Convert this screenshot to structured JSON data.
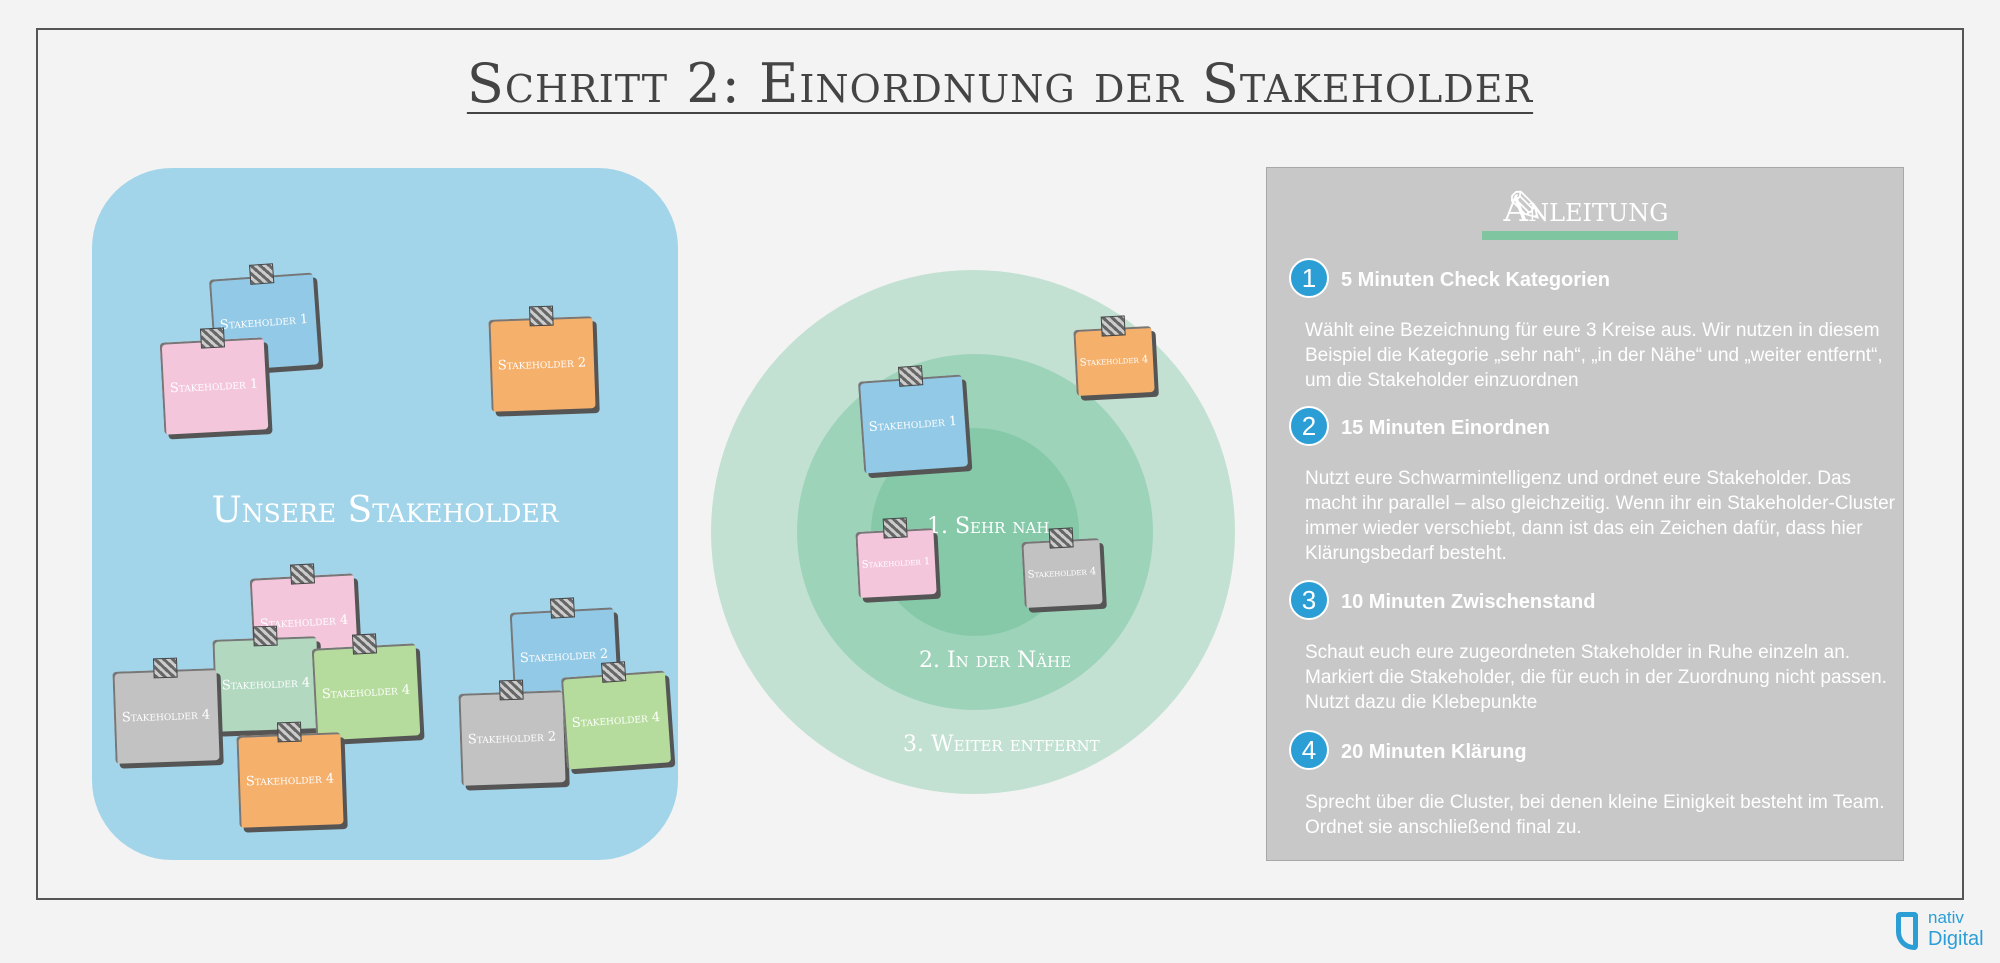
{
  "title": "Schritt 2: Einordnung der Stakeholder",
  "left_panel": {
    "label": "Unsere Stakeholder",
    "notes": {
      "n1": "Stakeholder 1",
      "n2": "Stakeholder 1",
      "n3": "Stakeholder 2",
      "n4": "Stakeholder 4",
      "n5": "Stakeholder 4",
      "n6": "Stakeholder 4",
      "n7": "Stakeholder 4",
      "n8": "Stakeholder 4",
      "n9": "Stakeholder 2",
      "n10": "Stakeholder 2",
      "n11": "Stakeholder 4"
    }
  },
  "circles": {
    "inner": "1. Sehr nah",
    "middle": "2. In der Nähe",
    "outer": "3. Weiter entfernt",
    "notes": {
      "c1": "Stakeholder 1",
      "c2": "Stakeholder 4",
      "c3": "Stakeholder 1",
      "c4": "Stakeholder 4"
    }
  },
  "instructions": {
    "heading": "Anleitung",
    "steps": [
      {
        "num": "1",
        "title": "5 Minuten Check Kategorien",
        "text": "Wählt eine Bezeichnung für eure 3 Kreise aus. Wir nutzen in diesem Beispiel die Kategorie „sehr nah“, „in der Nähe“ und „weiter entfernt“, um die Stakeholder einzuordnen"
      },
      {
        "num": "2",
        "title": "15 Minuten Einordnen",
        "text": "Nutzt eure Schwarmintelligenz und ordnet eure Stakeholder. Das macht ihr parallel – also gleichzeitig. Wenn ihr ein Stakeholder-Cluster immer wieder verschiebt, dann ist das ein Zeichen dafür, dass hier Klärungsbedarf besteht."
      },
      {
        "num": "3",
        "title": "10 Minuten Zwischenstand",
        "text": "Schaut euch eure zugeordneten Stakeholder in Ruhe einzeln an. Markiert die Stakeholder, die für euch in der Zuordnung nicht passen. Nutzt dazu die Klebepunkte"
      },
      {
        "num": "4",
        "title": "20 Minuten Klärung",
        "text": "Sprecht über die Cluster, bei denen kleine Einigkeit besteht im Team. Ordnet sie anschließend final zu."
      }
    ]
  },
  "logo": {
    "line1": "nativ",
    "line2": "Digital"
  },
  "colors": {
    "accent": "#2c9ed6",
    "panel_blue": "#a2d4ea",
    "ring_outer": "#c3e1d3",
    "ring_mid": "#9dd3b9",
    "ring_inner": "#85c9a9"
  }
}
